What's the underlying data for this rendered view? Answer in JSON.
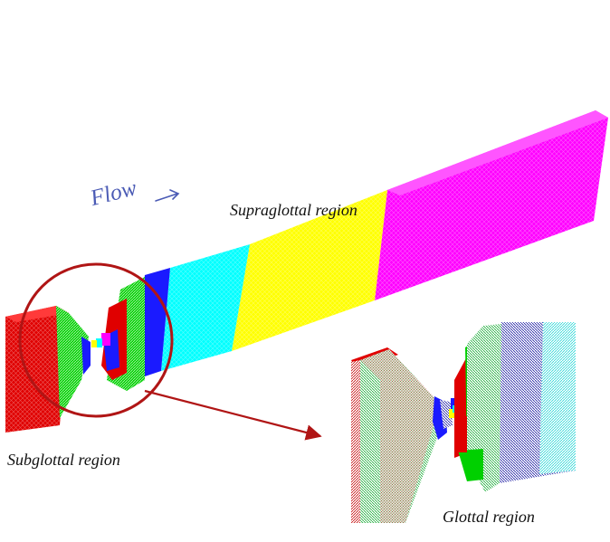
{
  "labels": {
    "supraglottal": "Supraglottal region",
    "subglottal": "Subglottal region",
    "glottal": "Glottal region",
    "flow": "Flow"
  },
  "flow_arrow_icon": "right-arrow",
  "colors": {
    "red": "#e00000",
    "green": "#00cc00",
    "blue": "#1a1aff",
    "cyan": "#00ffff",
    "yellow": "#ffff00",
    "magenta": "#ff00ff",
    "callout": "#b01515",
    "flow_text": "#4b5bb5"
  }
}
